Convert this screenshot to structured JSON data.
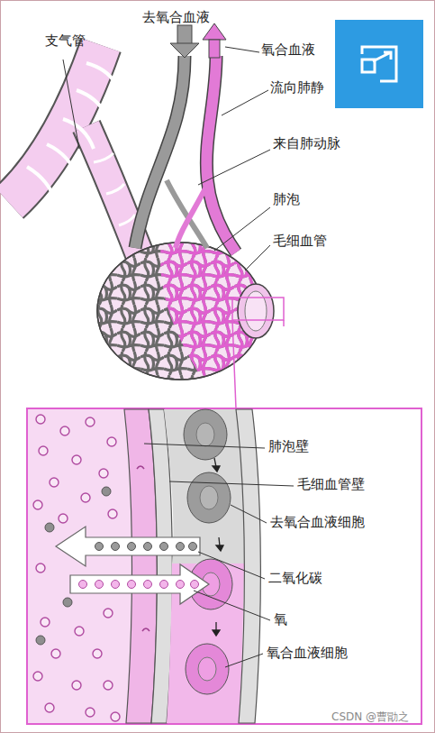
{
  "diagram": {
    "labels": [
      "支气管",
      "去氧合血液",
      "氧合血液",
      "流向肺静",
      "来自肺动脉",
      "肺泡",
      "毛细血管",
      "肺泡壁",
      "毛细血管壁",
      "去氧合血液细胞",
      "二氧化碳",
      "氧",
      "氧合血液细胞",
      "CSDN @曹勖之"
    ]
  }
}
